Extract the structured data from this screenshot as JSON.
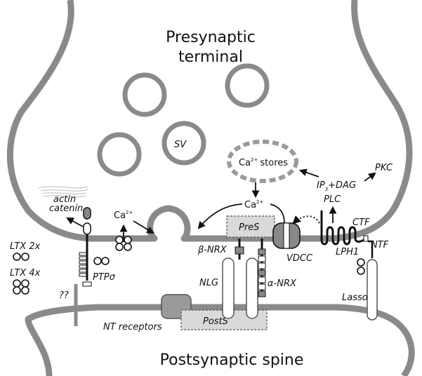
{
  "labels": {
    "presynaptic_line1": "Presynaptic",
    "presynaptic_line2": "terminal",
    "postsynaptic": "Postsynaptic spine",
    "sv": "SV",
    "ca_stores_prefix": "Ca",
    "ca_stores_suffix": "stores",
    "ca_center": "Ca",
    "ca_left": "Ca",
    "ca_sup": "2+",
    "ip3_prefix": "IP",
    "ip3_sub": "3",
    "ip3_suffix": "+DAG",
    "pkc": "PKC",
    "plc": "PLC",
    "ctf": "CTF",
    "ntf": "NTF",
    "lph1": "LPH1",
    "lasso": "Lasso",
    "vdcc": "VDCC",
    "pres": "PreS",
    "posts": "PostS",
    "beta_nrx": "β-NRX",
    "alpha_nrx": "α-NRX",
    "nlg": "NLG",
    "nt_receptors": "NT receptors",
    "ptp": "PTPσ",
    "ltx2": "LTX 2x",
    "ltx4": "LTX 4x",
    "unknown": "??",
    "actin": "actin",
    "catenin": "catenin"
  },
  "colors": {
    "membrane": "#8a8a8a",
    "dark": "#1a1a1a",
    "box_fill": "#d9d9d9",
    "receptor_fill": "#9a9a9a"
  }
}
